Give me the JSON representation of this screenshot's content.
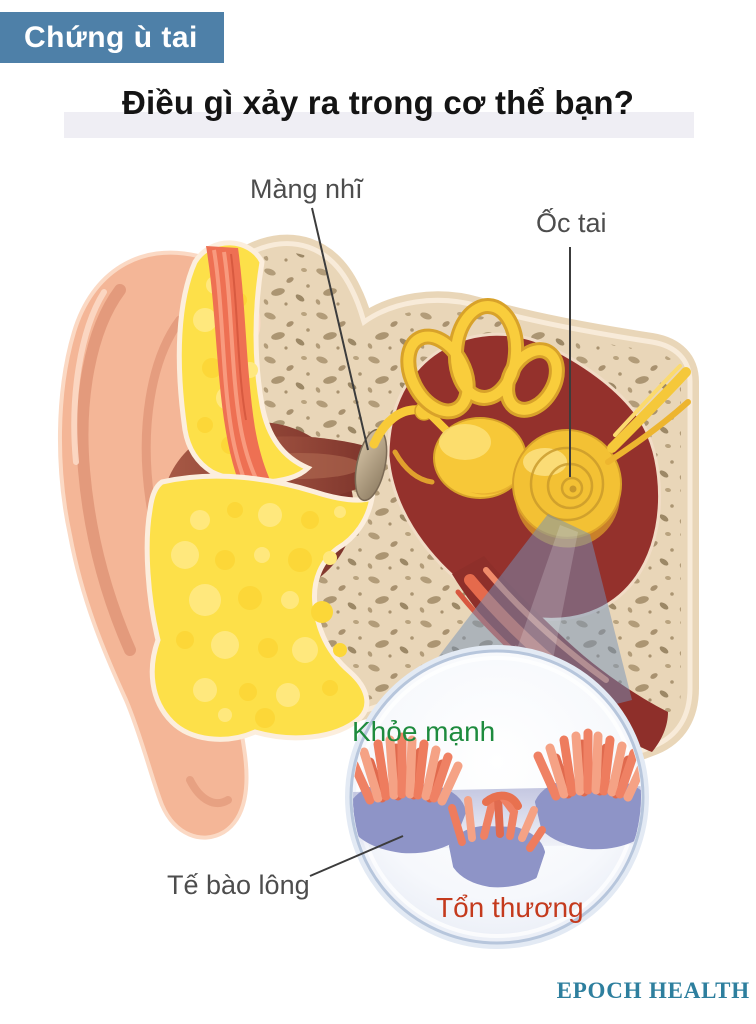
{
  "header": {
    "badge_label": "Chứng ù tai",
    "title": "Điều gì xảy ra trong cơ thể bạn?"
  },
  "diagram": {
    "labels": {
      "eardrum": "Màng nhĩ",
      "cochlea": "Ốc tai",
      "hair_cells": "Tế bào lông"
    },
    "inset": {
      "healthy": "Khỏe mạnh",
      "damaged": "Tổn thương"
    }
  },
  "footer": {
    "brand": "EPOCH HEALTH"
  },
  "colors": {
    "badge_bg": "#4e80a8",
    "badge_text": "#ffffff",
    "title_text": "#141414",
    "title_band": "#efeef4",
    "label_gray": "#4d4d4d",
    "healthy_green": "#1e8b3e",
    "damaged_red": "#c43a1d",
    "brand_teal": "#2e7f9e",
    "bone_beige": "#e9d6b8",
    "fat_yellow": "#fde049",
    "cavity_red": "#94312c",
    "skin_peach": "#f4b697",
    "labyrinth_yellow": "#f7c838",
    "hair_cell_coral": "#ee7a58",
    "hair_cell_base_purple": "#8e94c7",
    "sound_beam_blue": "#7492b9"
  }
}
